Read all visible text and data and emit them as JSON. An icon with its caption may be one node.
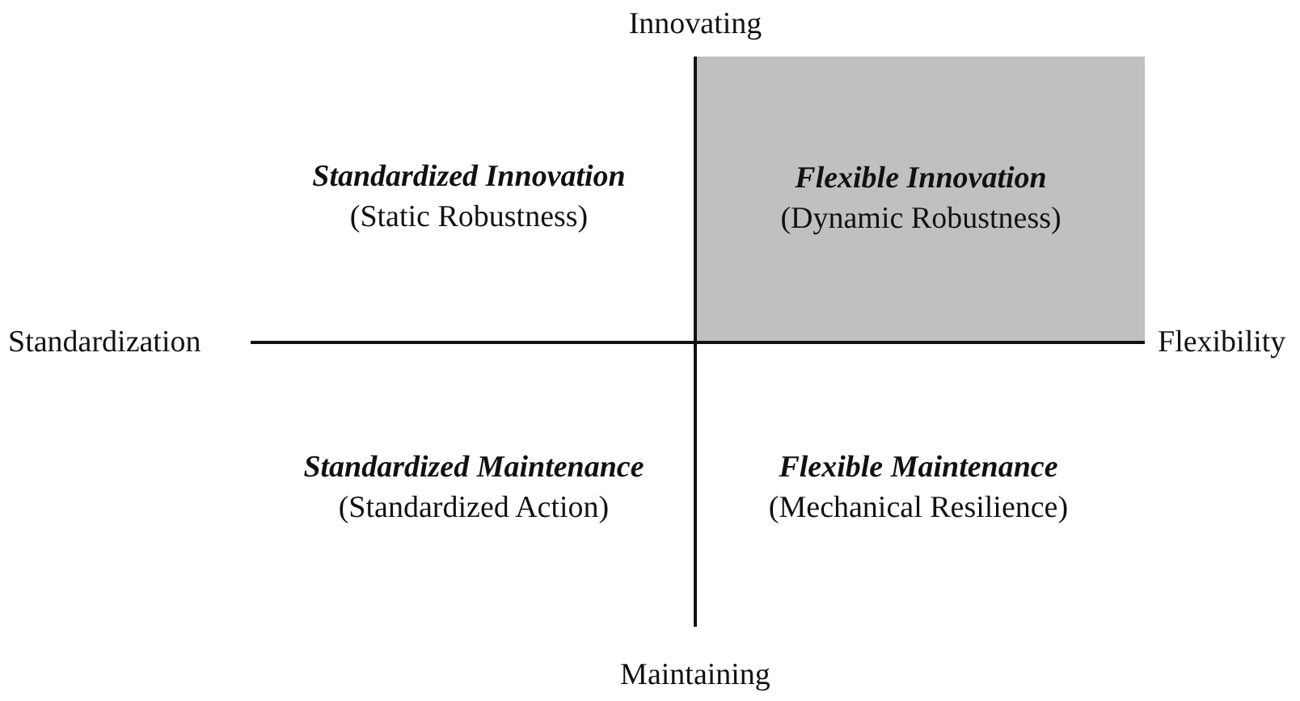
{
  "diagram": {
    "nodes": [
      {
        "text": [
          "Standardized Innovation",
          "(Static Robustness)"
        ]
      },
      {
        "text": [
          "Flexible Innovation",
          "(Dynamic Robustness)"
        ]
      },
      {
        "text": [
          "Standardized Maintenance",
          "(Standardized Action)"
        ]
      },
      {
        "text": [
          "Flexible Maintenance",
          "(Mechanical Resilience)"
        ]
      }
    ],
    "labels": [
      "Innovating",
      "Standardization",
      "Flexibility",
      "Maintaining"
    ]
  }
}
